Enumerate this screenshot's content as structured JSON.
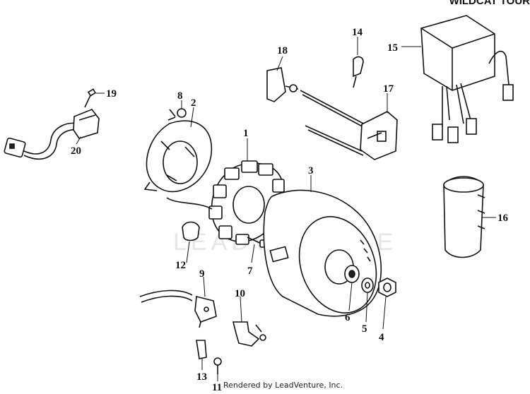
{
  "header": {
    "title": "WILDCAT TOUR"
  },
  "credit": "Rendered by LeadVenture, Inc.",
  "watermark": "LEADVENTURE",
  "callouts": [
    "1",
    "2",
    "3",
    "4",
    "5",
    "6",
    "7",
    "8",
    "9",
    "10",
    "11",
    "12",
    "13",
    "14",
    "15",
    "16",
    "17",
    "18",
    "19",
    "20"
  ]
}
